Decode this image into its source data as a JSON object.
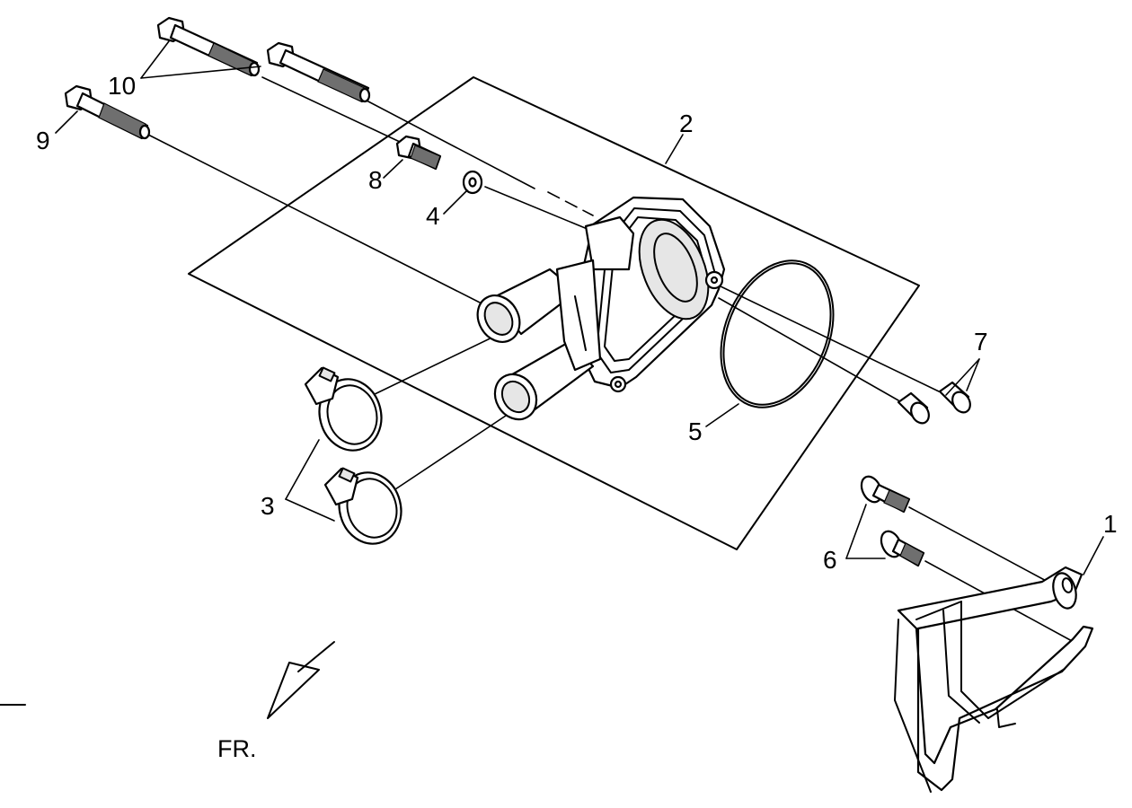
{
  "diagram": {
    "callouts": {
      "c1": "1",
      "c2": "2",
      "c3": "3",
      "c4": "4",
      "c5": "5",
      "c6": "6",
      "c7": "7",
      "c8": "8",
      "c9": "9",
      "c10": "10"
    },
    "direction_label": "FR."
  }
}
